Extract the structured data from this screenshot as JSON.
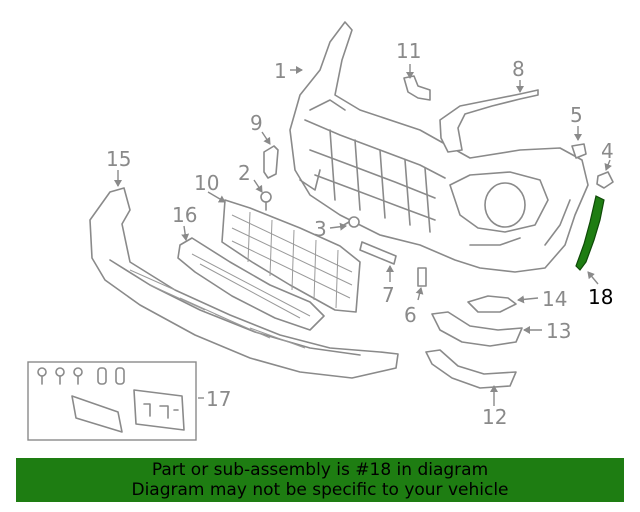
{
  "diagram": {
    "callouts": {
      "c1": "1",
      "c2": "2",
      "c3": "3",
      "c4": "4",
      "c5": "5",
      "c6": "6",
      "c7": "7",
      "c8": "8",
      "c9": "9",
      "c10": "10",
      "c11": "11",
      "c12": "12",
      "c13": "13",
      "c14": "14",
      "c15": "15",
      "c16": "16",
      "c17": "17",
      "c18": "18"
    },
    "highlighted_part": "18",
    "highlight_color": "#1e7d12"
  },
  "banner": {
    "line1": "Part or sub-assembly is #18 in diagram",
    "line2": "Diagram may not be specific to your vehicle",
    "background": "#1e7d12"
  }
}
